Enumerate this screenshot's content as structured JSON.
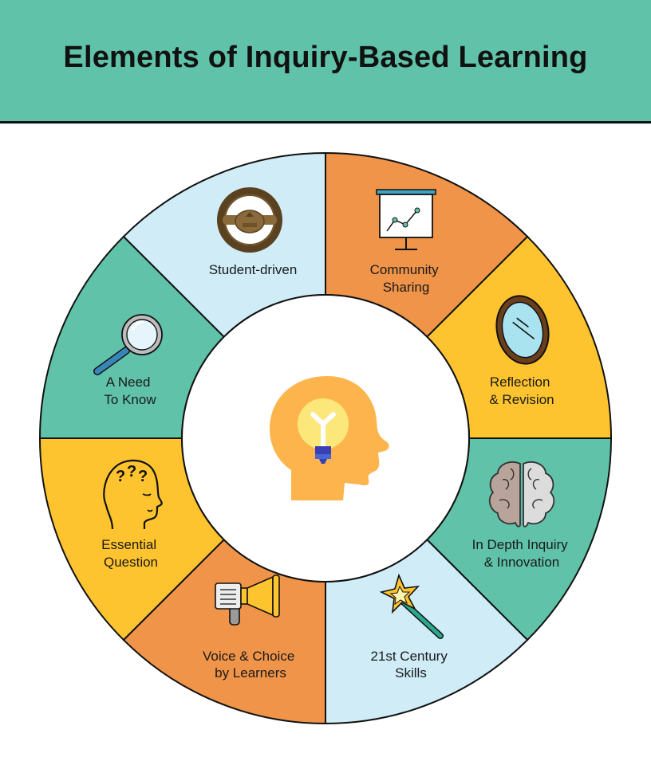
{
  "title": "Elements of Inquiry-Based Learning",
  "colors": {
    "header": "#5FC2A9",
    "light_blue": "#CFECF7",
    "orange": "#EF9449",
    "yellow": "#FDC42F",
    "teal": "#5FC2A9",
    "head": "#FDB44D",
    "bulb": "#FCE77A"
  },
  "segments": [
    {
      "label_lines": [
        "Student-driven"
      ],
      "icon": "steering-wheel-icon"
    },
    {
      "label_lines": [
        "Community",
        "Sharing"
      ],
      "icon": "presentation-board-icon"
    },
    {
      "label_lines": [
        "Reflection",
        "& Revision"
      ],
      "icon": "mirror-icon"
    },
    {
      "label_lines": [
        "In Depth Inquiry",
        "& Innovation"
      ],
      "icon": "brain-icon"
    },
    {
      "label_lines": [
        "21st Century",
        "Skills"
      ],
      "icon": "magic-wand-icon"
    },
    {
      "label_lines": [
        "Voice & Choice",
        "by Learners"
      ],
      "icon": "megaphone-icon"
    },
    {
      "label_lines": [
        "Essential",
        "Question"
      ],
      "icon": "thinking-head-icon"
    },
    {
      "label_lines": [
        "A Need",
        "To Know"
      ],
      "icon": "magnifying-glass-icon"
    }
  ],
  "center_icon": "head-lightbulb-icon"
}
